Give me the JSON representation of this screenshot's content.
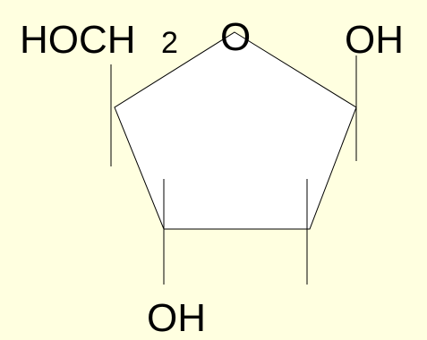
{
  "diagram": {
    "labels": {
      "hoch2_main": "HOCH",
      "hoch2_sub": "2",
      "ring_oxygen": "O",
      "oh_right": "OH",
      "oh_bottom": "OH"
    },
    "colors": {
      "background": "#FFFFE0",
      "line": "#000000",
      "ring_fill": "#FFFFFF",
      "text": "#000000"
    }
  }
}
